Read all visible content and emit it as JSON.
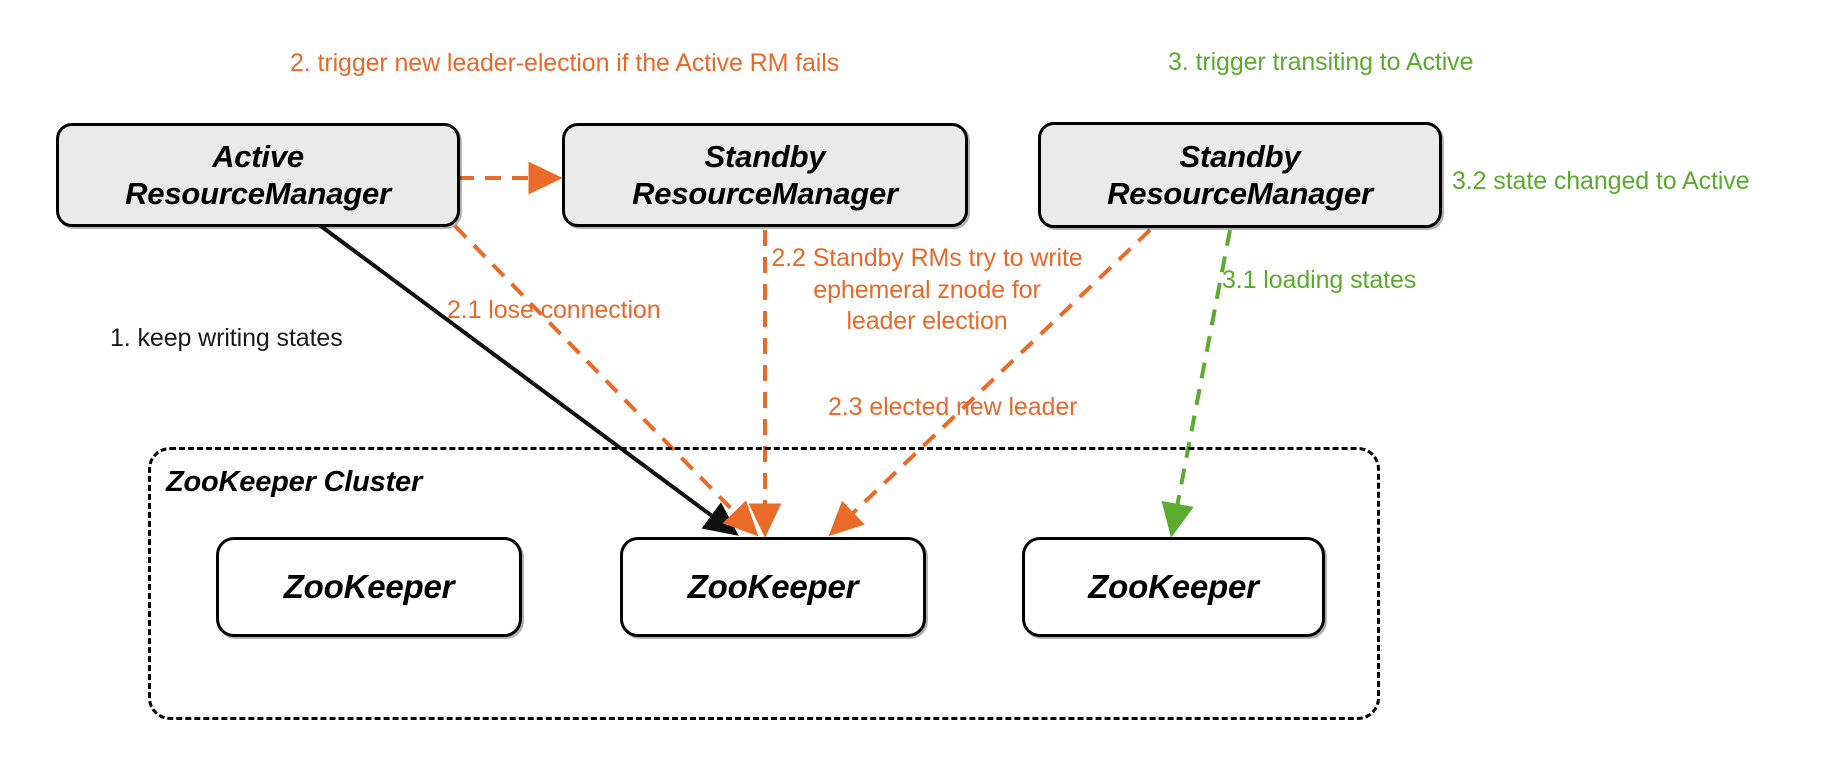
{
  "diagram": {
    "title": "YARN ResourceManager High Availability with ZooKeeper",
    "colors": {
      "orange": "#e8692a",
      "green": "#5aab2e",
      "black": "#1a1a1a",
      "node_fill": "#eaeaea",
      "zk_fill": "#ffffff",
      "border": "#000000",
      "background": "#ffffff"
    }
  },
  "nodes": {
    "active_rm": {
      "line1": "Active",
      "line2": "ResourceManager"
    },
    "standby_rm_1": {
      "line1": "Standby",
      "line2": "ResourceManager"
    },
    "standby_rm_2": {
      "line1": "Standby",
      "line2": "ResourceManager"
    }
  },
  "cluster": {
    "title": "ZooKeeper Cluster",
    "nodes": [
      {
        "label": "ZooKeeper"
      },
      {
        "label": "ZooKeeper"
      },
      {
        "label": "ZooKeeper"
      }
    ]
  },
  "labels": {
    "step1": "1. keep writing states",
    "step2": "2. trigger new leader-election if the Active RM fails",
    "step2_1": "2.1 lose connection",
    "step2_2_line1": "2.2 Standby RMs try to write",
    "step2_2_line2": "ephemeral znode for",
    "step2_2_line3": "leader election",
    "step2_3": "2.3 elected new leader",
    "step3": "3. trigger transiting to Active",
    "step3_1": "3.1 loading states",
    "step3_2": "3.2 state changed to Active"
  }
}
